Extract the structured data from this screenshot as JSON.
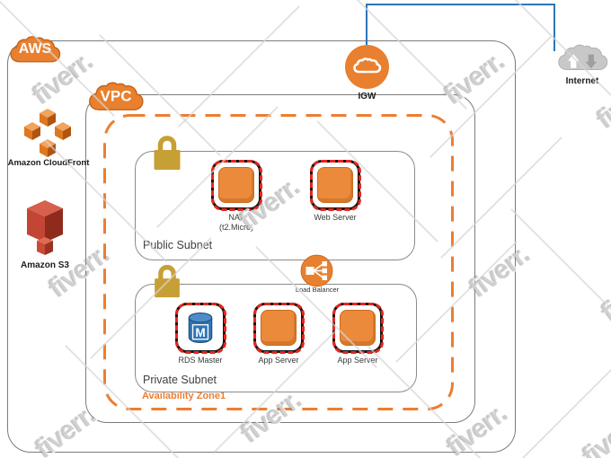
{
  "watermark": {
    "text": "fiverr."
  },
  "colors": {
    "aws_orange": "#E8802F",
    "instance_orange": "#EC8A3C",
    "frame_black": "#141414",
    "frame_red_dash": "#E8251B",
    "az_dash_orange": "#ED7D31",
    "lock_gold": "#C69F35",
    "rds_blue": "#2E75B6",
    "s3_red": "#C34635",
    "connector_blue": "#2E75B6",
    "internet_gray": "#C8C8C8",
    "border_gray": "#7B7B7B"
  },
  "diagram": {
    "internet": {
      "label": "Internet"
    },
    "igw": {
      "label": "IGW"
    },
    "aws_cloud": {
      "label": "AWS",
      "left_services": [
        {
          "label": "Amazon CloudFront"
        },
        {
          "label": "Amazon S3"
        }
      ],
      "vpc": {
        "label": "VPC",
        "availability_zone": {
          "label": "Availability Zone1",
          "public_subnet": {
            "label": "Public Subnet",
            "instances": [
              {
                "label": "NAT",
                "sublabel": "(t2.Micro)"
              },
              {
                "label": "Web Server"
              }
            ]
          },
          "load_balancer": {
            "label": "Load Balancer"
          },
          "private_subnet": {
            "label": "Private Subnet",
            "instances": [
              {
                "label": "RDS Master"
              },
              {
                "label": "App Server"
              },
              {
                "label": "App Server"
              }
            ]
          }
        }
      }
    }
  }
}
